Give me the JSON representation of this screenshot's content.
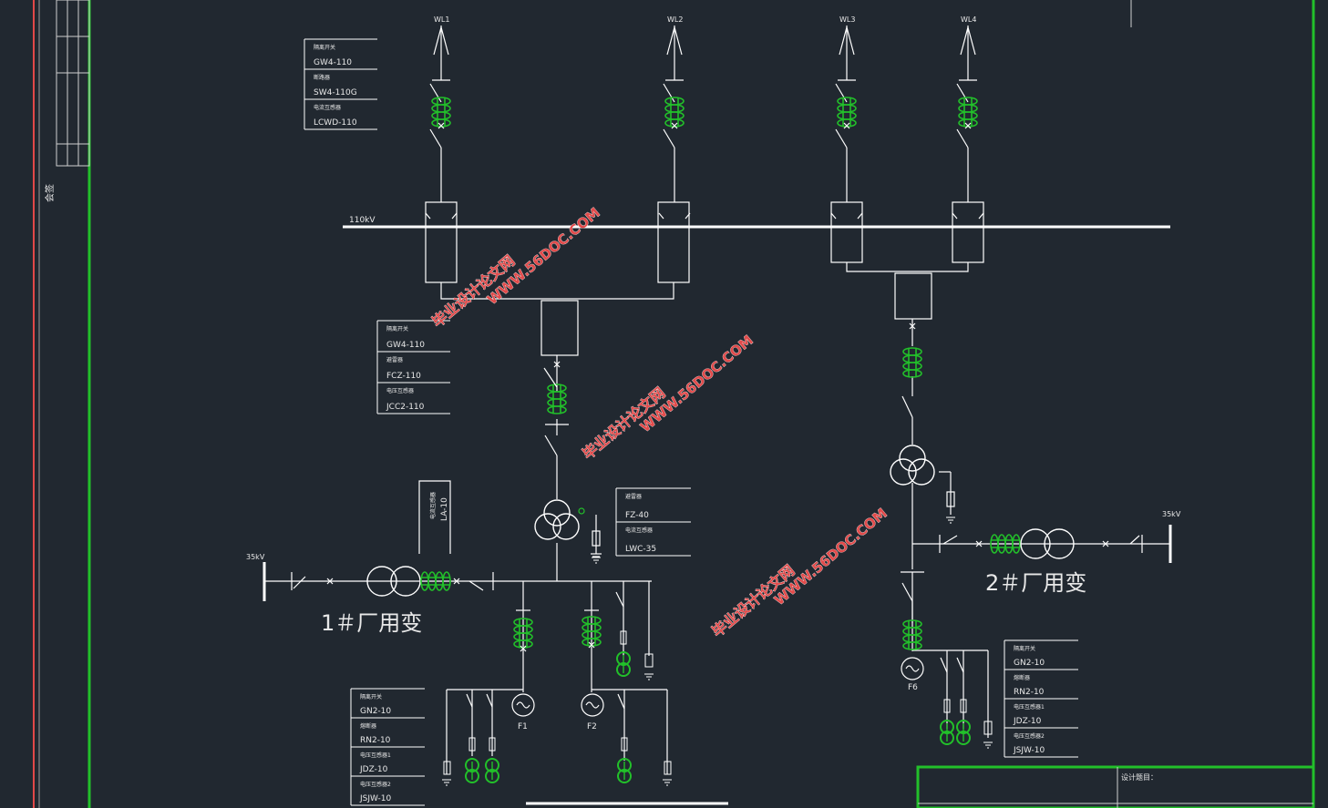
{
  "bus_110": {
    "label": "110kV"
  },
  "lines": [
    {
      "id": "WL1",
      "label": "WL1"
    },
    {
      "id": "WL2",
      "label": "WL2"
    },
    {
      "id": "WL3",
      "label": "WL3"
    },
    {
      "id": "WL4",
      "label": "WL4"
    }
  ],
  "legend_top": [
    {
      "title": "隔离开关",
      "model": "GW4-110"
    },
    {
      "title": "断路器",
      "model": "SW4-110G"
    },
    {
      "title": "电流互感器",
      "model": "LCWD-110"
    }
  ],
  "legend_mid": [
    {
      "title": "隔离开关",
      "model": "GW4-110"
    },
    {
      "title": "避雷器",
      "model": "FCZ-110"
    },
    {
      "title": "电压互感器",
      "model": "JCC2-110"
    }
  ],
  "legend_arrester": [
    {
      "title": "避雷器",
      "model": "FZ-40"
    },
    {
      "title": "电流互感器",
      "model": "LWC-35"
    }
  ],
  "legend_bottom_left": [
    {
      "title": "隔离开关",
      "model": "GN2-10"
    },
    {
      "title": "熔断器",
      "model": "RN2-10"
    },
    {
      "title": "电压互感器1",
      "model": "JDZ-10"
    },
    {
      "title": "电压互感器2",
      "model": "JSJW-10"
    }
  ],
  "legend_bottom_right": [
    {
      "title": "隔离开关",
      "model": "GN2-10"
    },
    {
      "title": "熔断器",
      "model": "RN2-10"
    },
    {
      "title": "电压互感器1",
      "model": "JDZ-10"
    },
    {
      "title": "电压互感器2",
      "model": "JSJW-10"
    }
  ],
  "ct_vertical": {
    "title": "电流互感器",
    "model": "LA-10"
  },
  "aux_transformers": [
    {
      "id": "t1",
      "label": "1＃厂用变",
      "voltage": "35kV"
    },
    {
      "id": "t2",
      "label": "2＃厂用变",
      "voltage": "35kV"
    }
  ],
  "generators": [
    "F1",
    "F2",
    "F6"
  ],
  "title_block": {
    "design_label": "设计题目："
  },
  "left_strip": {
    "vertical_text": "会签"
  },
  "watermark": {
    "cn": "毕业设计论文网",
    "url": "WWW.56DOC.COM"
  },
  "colors": {
    "background": "#212830",
    "frame": "#22c02a",
    "line": "#ffffff",
    "component": "#22c02a",
    "watermark": "#e24b4b"
  }
}
